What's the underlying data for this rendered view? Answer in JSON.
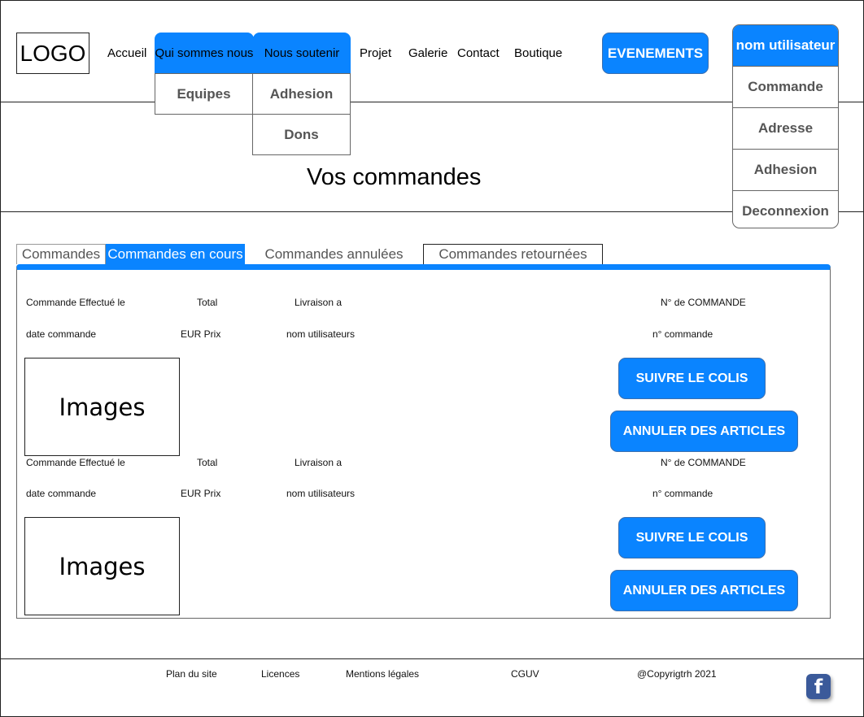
{
  "header": {
    "logo": "LOGO",
    "nav": {
      "accueil": "Accueil",
      "qui_sommes_nous": "Qui sommes nous",
      "nous_soutenir": "Nous soutenir",
      "projet": "Projet",
      "galerie": "Galerie",
      "contact": "Contact",
      "boutique": "Boutique"
    },
    "qui_sommes_nous_menu": [
      "Equipes"
    ],
    "nous_soutenir_menu": [
      "Adhesion",
      "Dons"
    ],
    "events_button": "EVENEMENTS",
    "user_menu": {
      "title": "nom utilisateur",
      "items": [
        "Commande",
        "Adresse",
        "Adhesion",
        "Deconnexion"
      ]
    }
  },
  "page_title": "Vos commandes",
  "tabs": [
    "Commandes",
    "Commandes en cours",
    "Commandes annulées",
    "Commandes retournées"
  ],
  "active_tab": "Commandes en cours",
  "orders": [
    {
      "labels": {
        "date": "Commande Effectué le",
        "total": "Total",
        "delivery": "Livraison a",
        "number": "N° de COMMANDE"
      },
      "values": {
        "date": "date commande",
        "total": "EUR Prix",
        "delivery": "nom utilisateurs",
        "number": "n° commande"
      },
      "image": "Images",
      "track_button": "SUIVRE LE COLIS",
      "cancel_button": "ANNULER DES ARTICLES"
    },
    {
      "labels": {
        "date": "Commande Effectué le",
        "total": "Total",
        "delivery": "Livraison a",
        "number": "N° de COMMANDE"
      },
      "values": {
        "date": "date commande",
        "total": "EUR Prix",
        "delivery": "nom utilisateurs",
        "number": "n° commande"
      },
      "image": "Images",
      "track_button": "SUIVRE LE COLIS",
      "cancel_button": "ANNULER DES ARTICLES"
    }
  ],
  "footer": {
    "links": [
      "Plan du site",
      "Licences",
      "Mentions légales",
      "CGUV"
    ],
    "copyright": "@Copyrigtrh 2021",
    "facebook_icon": "facebook-icon"
  },
  "colors": {
    "accent": "#0a84ff",
    "facebook": "#3b5a9a"
  }
}
